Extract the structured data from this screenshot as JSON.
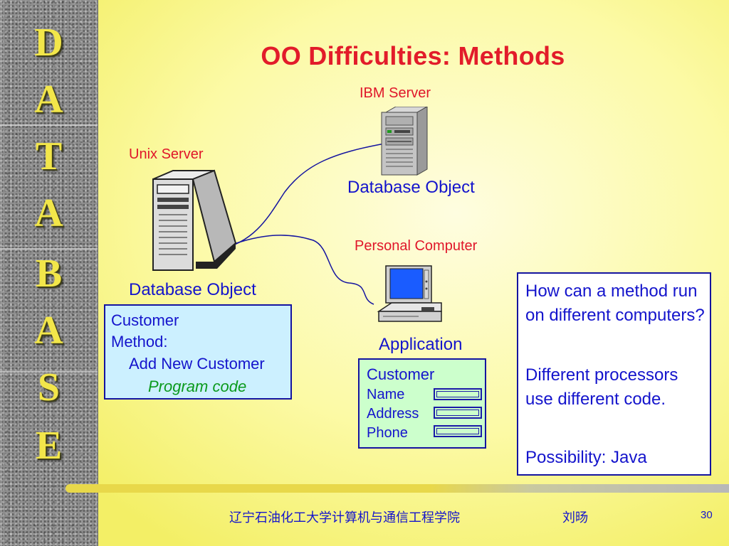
{
  "title": "OO Difficulties: Methods",
  "sidebar_letters": [
    "D",
    "A",
    "T",
    "A",
    "B",
    "A",
    "S",
    "E"
  ],
  "ibm": {
    "label": "IBM Server",
    "object_label": "Database Object"
  },
  "unix": {
    "label": "Unix Server",
    "object_label": "Database Object"
  },
  "pc": {
    "label": "Personal Computer",
    "object_label": "Application"
  },
  "method_box": {
    "line1": "Customer",
    "line2": "Method:",
    "line3": "Add New Customer",
    "line4": "Program code"
  },
  "app_box": {
    "heading": "Customer",
    "fields": [
      "Name",
      "Address",
      "Phone"
    ]
  },
  "question_box": {
    "p1": "How can a method run on different computers?",
    "p2": "Different processors use different code.",
    "p3": "Possibility: Java"
  },
  "footer": {
    "institution": "辽宁石油化工大学计算机与通信工程学院",
    "author": "刘旸",
    "page": "30"
  },
  "colors": {
    "title_red": "#e21c2a",
    "text_blue": "#1414cc",
    "green_italic": "#0a9a1c",
    "sidebar_letter_gold": "#f2e64a"
  }
}
